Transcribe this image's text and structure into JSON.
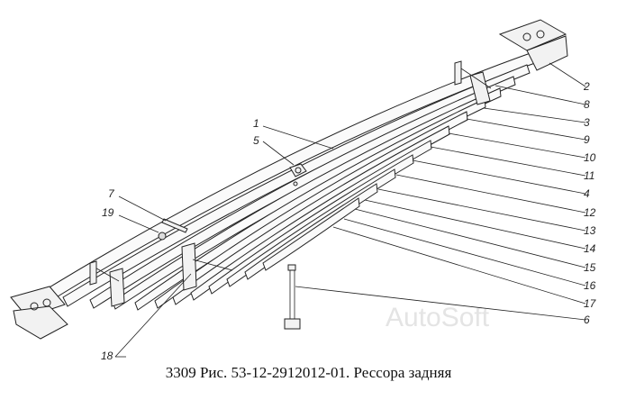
{
  "caption": "3309 Рис. 53-12-2912012-01. Рессора задняя",
  "watermark": "AutoSoft",
  "callouts": {
    "c1": "1",
    "c2": "2",
    "c3": "3",
    "c4": "4",
    "c5": "5",
    "c6": "6",
    "c7": "7",
    "c8": "8",
    "c9": "9",
    "c10": "10",
    "c11": "11",
    "c12": "12",
    "c13": "13",
    "c14": "14",
    "c15": "15",
    "c16": "16",
    "c17": "17",
    "c18": "18",
    "c19": "19"
  }
}
